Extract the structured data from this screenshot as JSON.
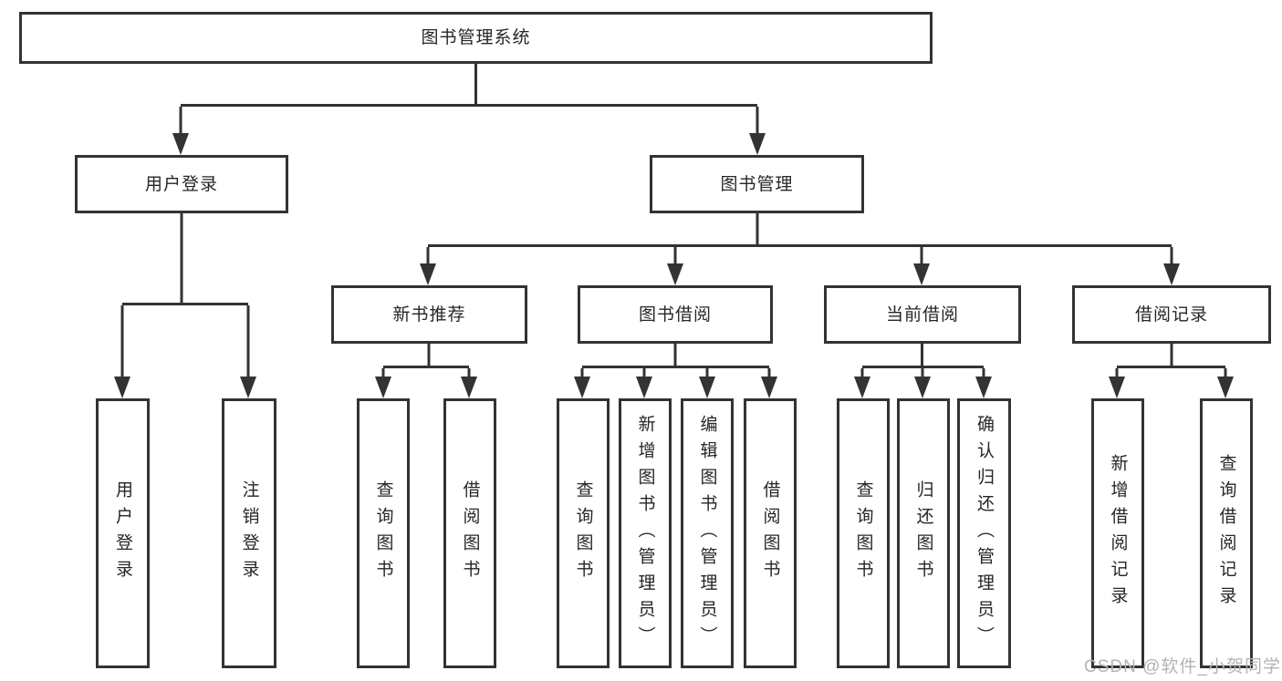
{
  "diagram_type": "tree-diagram",
  "nodes": {
    "root": "图书管理系统",
    "user_login": "用户登录",
    "book_mgmt": "图书管理",
    "login": "用户登录",
    "logout": "注销登录",
    "new_book_rec": "新书推荐",
    "book_borrow": "图书借阅",
    "current_borrow": "当前借阅",
    "borrow_records": "借阅记录",
    "nbr_query": "查询图书",
    "nbr_borrow": "借阅图书",
    "bb_query": "查询图书",
    "bb_add": "新增图书（管理员）",
    "bb_edit": "编辑图书（管理员）",
    "bb_borrow": "借阅图书",
    "cb_query": "查询图书",
    "cb_return": "归还图书",
    "cb_confirm": "确认归还（管理员）",
    "br_add": "新增借阅记录",
    "br_query": "查询借阅记录"
  },
  "hierarchy": {
    "图书管理系统": {
      "用户登录": [
        "用户登录",
        "注销登录"
      ],
      "图书管理": {
        "新书推荐": [
          "查询图书",
          "借阅图书"
        ],
        "图书借阅": [
          "查询图书",
          "新增图书（管理员）",
          "编辑图书（管理员）",
          "借阅图书"
        ],
        "当前借阅": [
          "查询图书",
          "归还图书",
          "确认归还（管理员）"
        ],
        "借阅记录": [
          "新增借阅记录",
          "查询借阅记录"
        ]
      }
    }
  },
  "watermark": "CSDN @软件_小贺同学",
  "colors": {
    "line": "#333333",
    "text": "#262626",
    "watermark": "#b3b3b3",
    "background": "#ffffff"
  }
}
